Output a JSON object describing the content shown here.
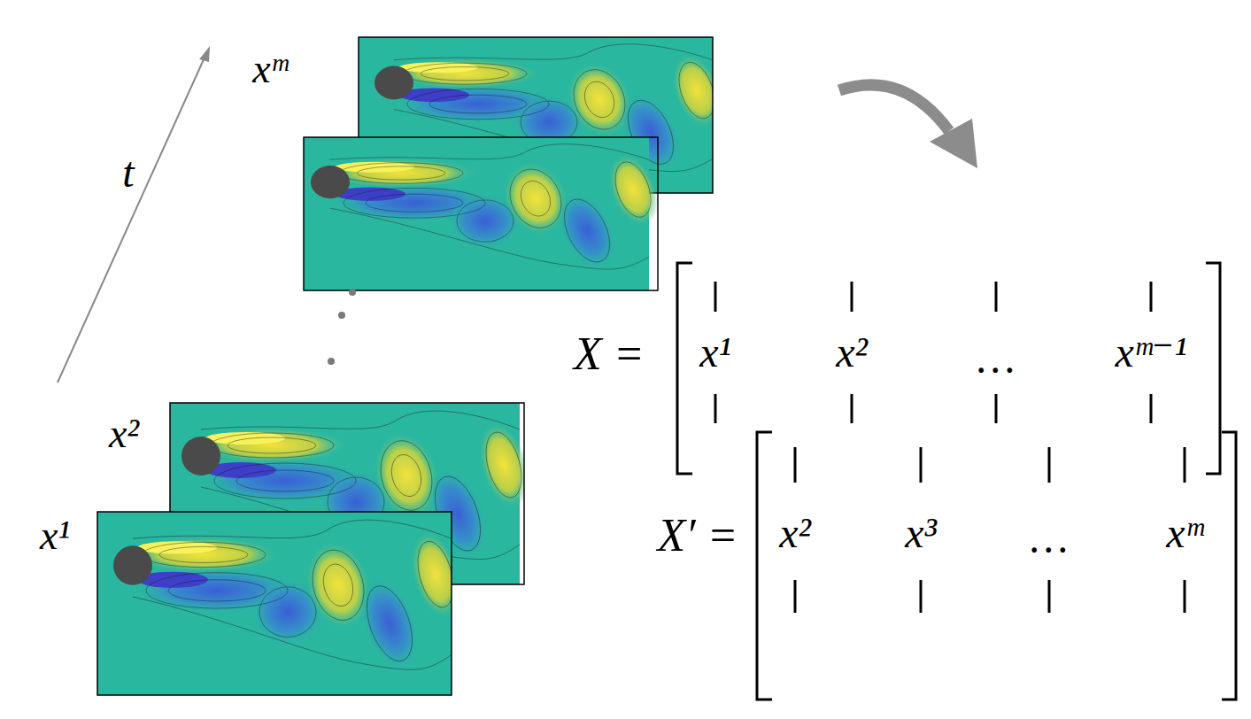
{
  "diagram": {
    "labels": [
      "t",
      "xᵐ",
      "x²",
      "x¹",
      "X =",
      "x¹",
      "x²",
      "…",
      "xᵐ⁻¹",
      "X′ =",
      "x²",
      "x³",
      "…",
      "xᵐ"
    ]
  }
}
